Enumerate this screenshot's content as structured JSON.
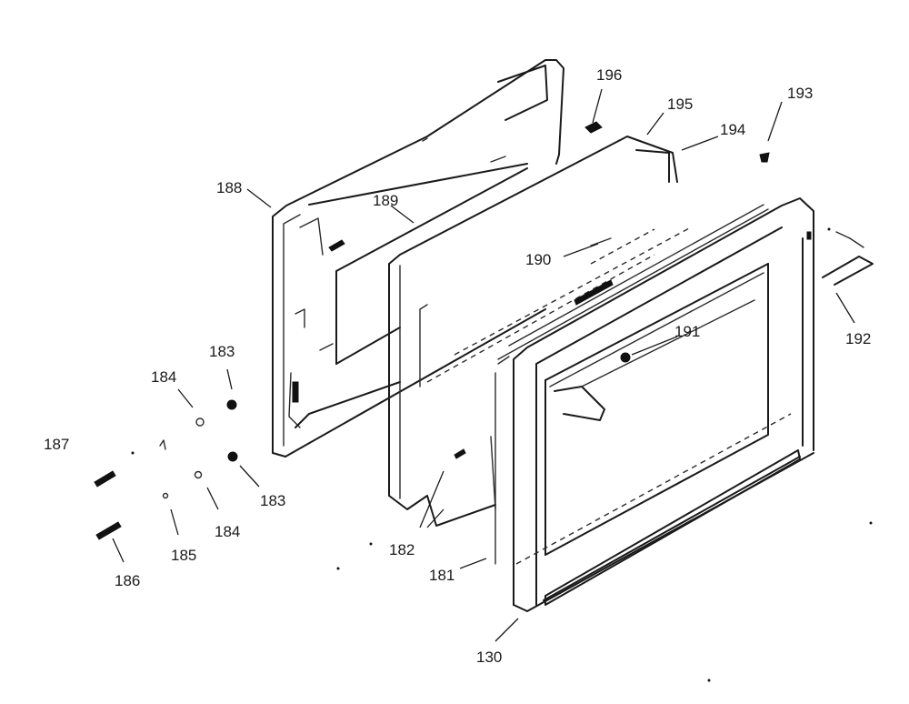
{
  "diagram": {
    "callouts": [
      {
        "id": "c196",
        "text": "196"
      },
      {
        "id": "c195",
        "text": "195"
      },
      {
        "id": "c194",
        "text": "194"
      },
      {
        "id": "c193",
        "text": "193"
      },
      {
        "id": "c188",
        "text": "188"
      },
      {
        "id": "c189",
        "text": "189"
      },
      {
        "id": "c190",
        "text": "190"
      },
      {
        "id": "c191",
        "text": "191"
      },
      {
        "id": "c192",
        "text": "192"
      },
      {
        "id": "c183a",
        "text": "183"
      },
      {
        "id": "c184a",
        "text": "184"
      },
      {
        "id": "c187",
        "text": "187"
      },
      {
        "id": "c183b",
        "text": "183"
      },
      {
        "id": "c184b",
        "text": "184"
      },
      {
        "id": "c185",
        "text": "185"
      },
      {
        "id": "c186",
        "text": "186"
      },
      {
        "id": "c182",
        "text": "182"
      },
      {
        "id": "c181",
        "text": "181"
      },
      {
        "id": "c130",
        "text": "130"
      }
    ]
  },
  "colors": {
    "background": "#ffffff",
    "ink": "#1a1a1a"
  }
}
